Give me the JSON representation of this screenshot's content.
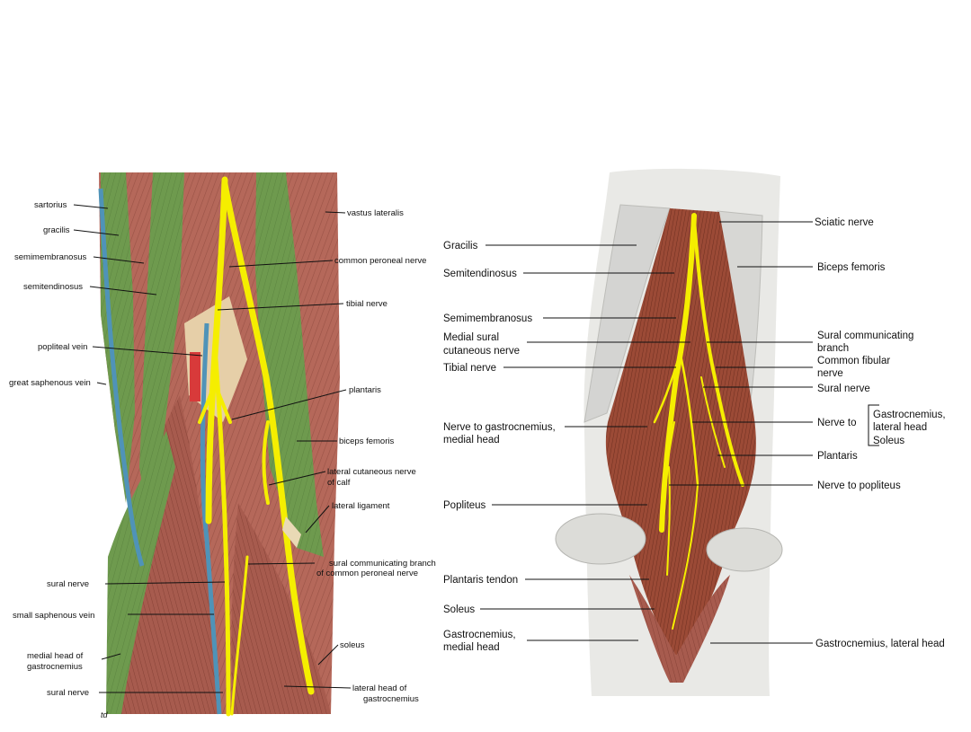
{
  "left_panel": {
    "labels": {
      "sartorius": "sartorius",
      "gracilis": "gracilis",
      "semimembranosus": "semimembranosus",
      "semitendinosus": "semitendinosus",
      "popliteal_vein": "popliteal vein",
      "great_saphenous_vein": "great saphenous vein",
      "sural_nerve_upper": "sural nerve",
      "small_saphenous_vein": "small saphenous vein",
      "medial_head_line1": "medial head of",
      "medial_head_line2": "gastrocnemius",
      "sural_nerve_lower": "sural nerve",
      "vastus_lateralis": "vastus lateralis",
      "common_peroneal_nerve": "common peroneal nerve",
      "tibial_nerve": "tibial nerve",
      "plantaris": "plantaris",
      "biceps_femoris": "biceps femoris",
      "lateral_cutaneous_line1": "lateral cutaneous nerve",
      "lateral_cutaneous_line2": "of calf",
      "lateral_ligament": "lateral ligament",
      "sural_comm_line1": "sural communicating branch",
      "sural_comm_line2": "of common peroneal nerve",
      "soleus": "soleus",
      "lateral_head_line1": "lateral head of",
      "lateral_head_line2": "gastrocnemius",
      "signature": "td"
    }
  },
  "right_panel": {
    "labels": {
      "gracilis": "Gracilis",
      "semitendinosus": "Semitendinosus",
      "semimembranosus": "Semimembranosus",
      "medial_sural_line1": "Medial sural",
      "medial_sural_line2": "cutaneous nerve",
      "tibial_nerve": "Tibial nerve",
      "nerve_gastro_medial_line1": "Nerve to gastrocnemius,",
      "nerve_gastro_medial_line2": "medial head",
      "popliteus": "Popliteus",
      "plantaris_tendon": "Plantaris tendon",
      "soleus": "Soleus",
      "gastro_medial_line1": "Gastrocnemius,",
      "gastro_medial_line2": "medial head",
      "sciatic_nerve": "Sciatic nerve",
      "biceps_femoris": "Biceps femoris",
      "sural_comm_line1": "Sural communicating",
      "sural_comm_line2": "branch",
      "common_fibular_line1": "Common fibular",
      "common_fibular_line2": "nerve",
      "sural_nerve": "Sural nerve",
      "nerve_to": "Nerve to",
      "gastro_lateral_head_line1": "Gastrocnemius,",
      "gastro_lateral_head_line2": "lateral head",
      "soleus_bracket": "Soleus",
      "plantaris": "Plantaris",
      "nerve_to_popliteus": "Nerve to popliteus",
      "gastro_lateral": "Gastrocnemius, lateral head"
    }
  },
  "colors": {
    "muscle": "#b5685a",
    "muscle_dark": "#8f4a3e",
    "green_muscle": "#6e9a4e",
    "nerve": "#f5ee00",
    "vein": "#4f93b8",
    "artery": "#d83a3a"
  }
}
